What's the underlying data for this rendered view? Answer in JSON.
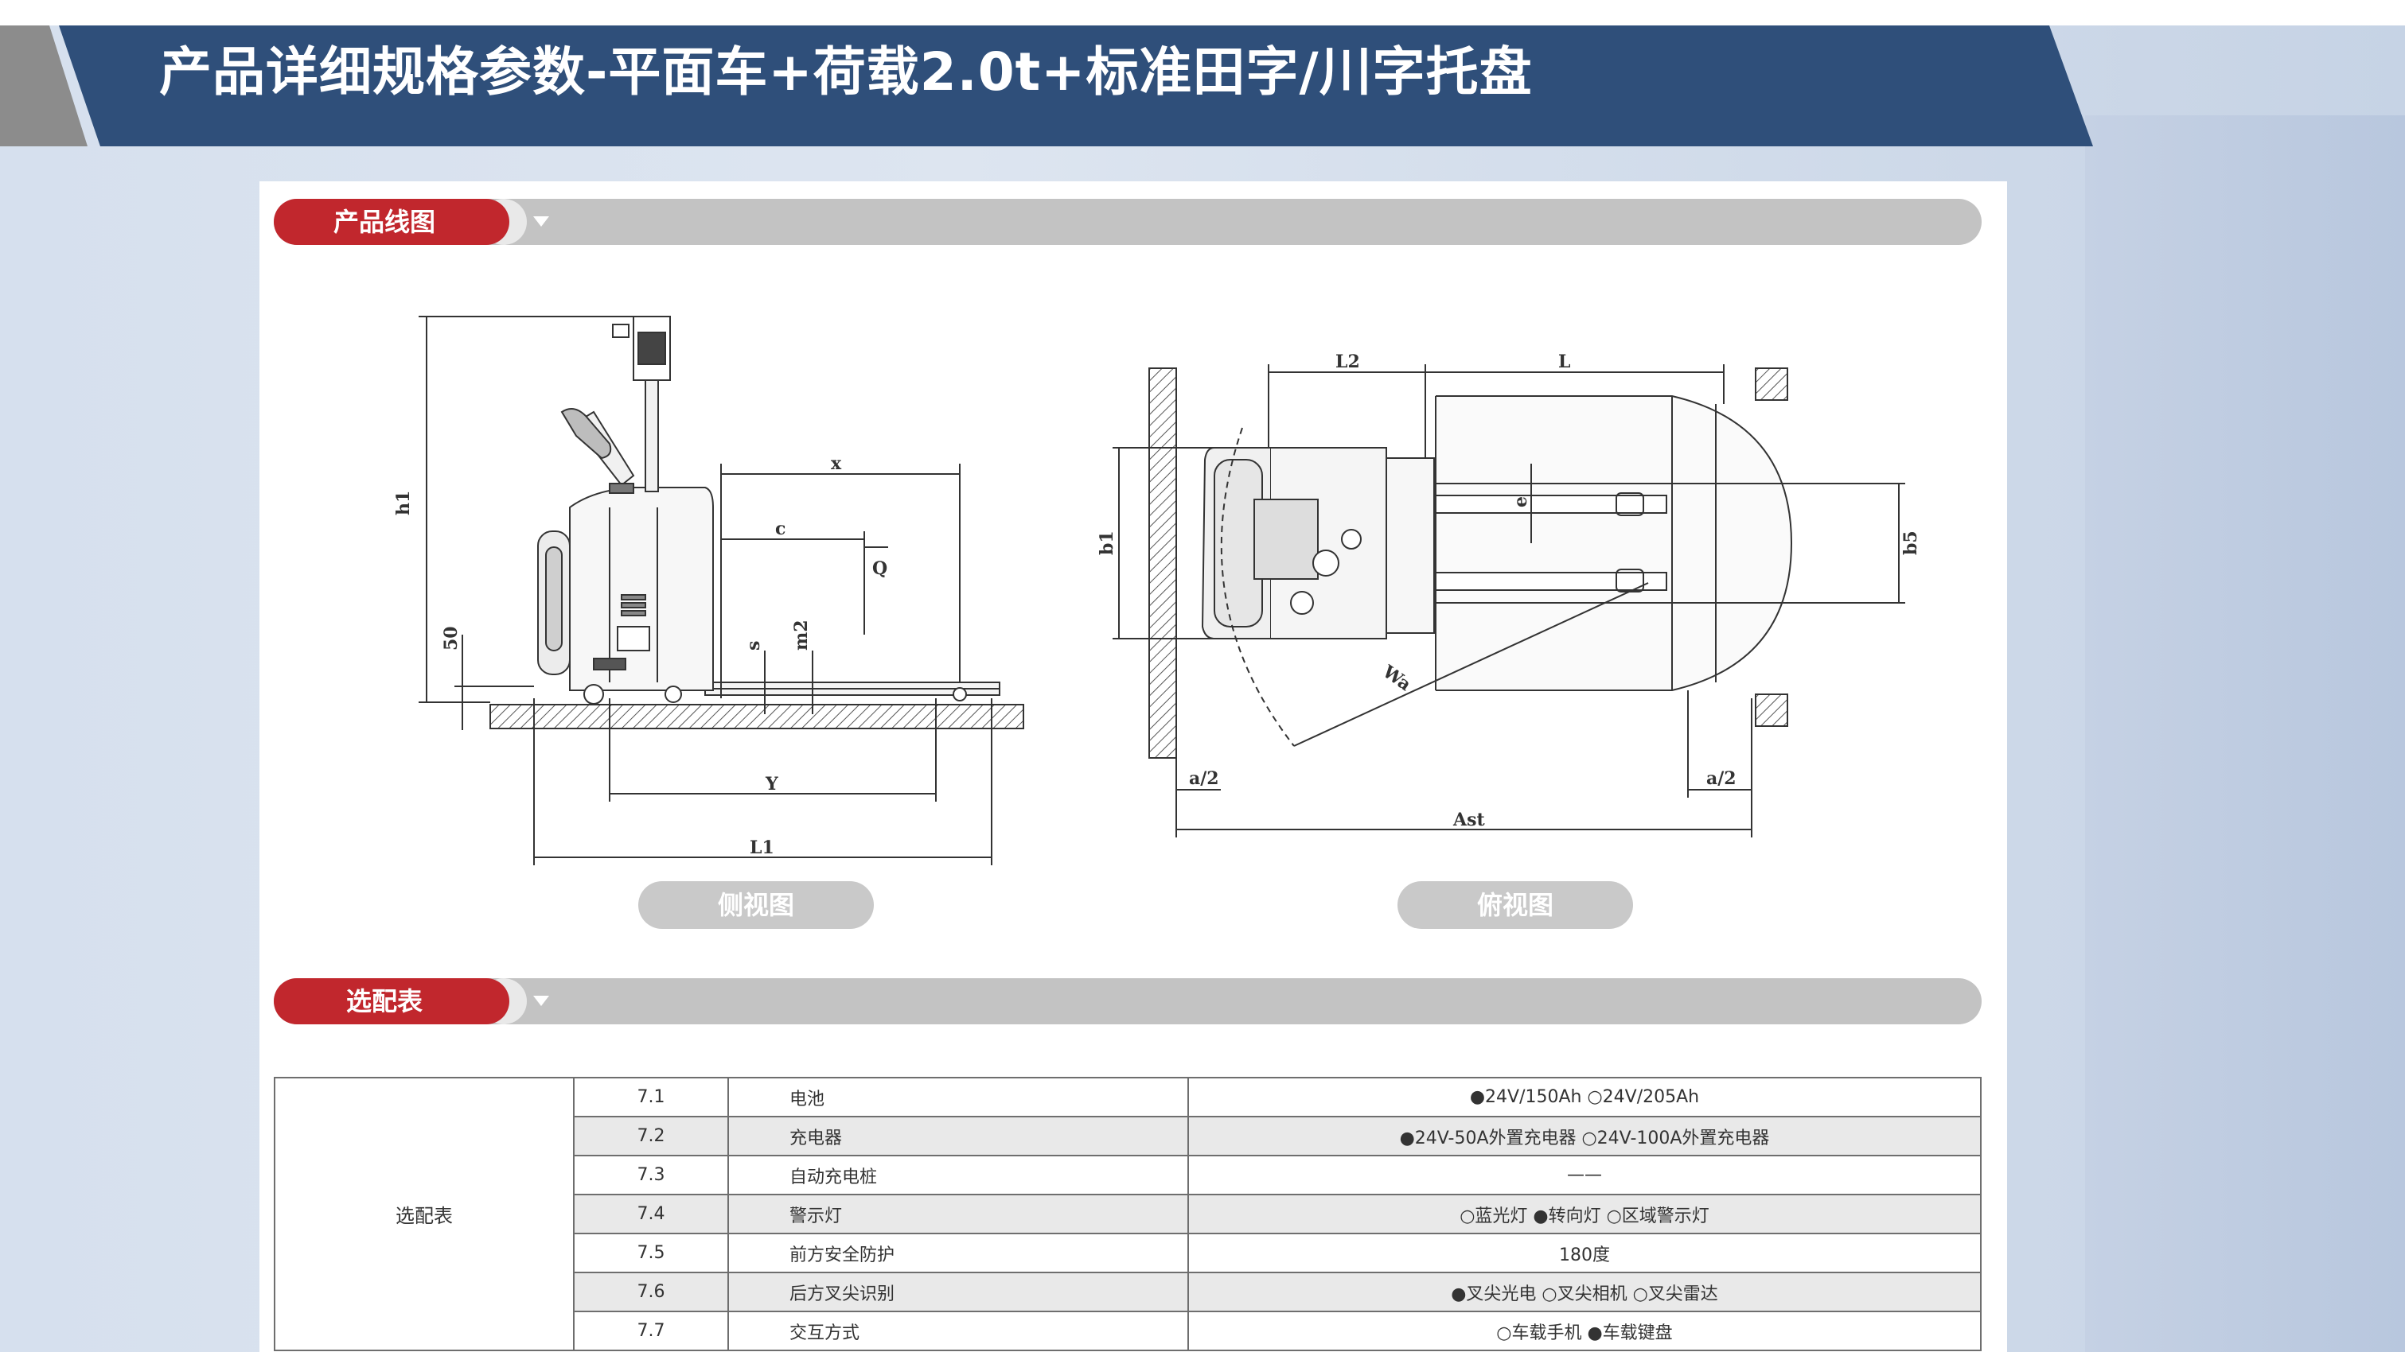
{
  "page": {
    "title": "产品详细规格参数-平面车+荷载2.0t+标准田字/川字托盘"
  },
  "colors": {
    "title_bar": "#2f4f7a",
    "title_accent_gray": "#8c8c8c",
    "section_red": "#c1272d",
    "section_track": "#c3c3c3"
  },
  "drawing_section": {
    "label": "产品线图",
    "side_view_button": "侧视图",
    "top_view_button": "俯视图",
    "side_view_dims": {
      "h1": "h1",
      "x": "x",
      "c": "c",
      "q": "Q",
      "s": "s",
      "m2": "m2",
      "fifty": "50",
      "y": "Y",
      "l1": "L1"
    },
    "top_view_dims": {
      "l2": "L2",
      "l": "L",
      "b1": "b1",
      "e": "e",
      "b5": "b5",
      "wa": "Wa",
      "a2_left": "a/2",
      "a2_right": "a/2",
      "ast": "Ast"
    }
  },
  "options_section": {
    "label": "选配表",
    "category": "选配表",
    "rows": [
      {
        "num": "7.1",
        "item": "电池",
        "value": "●24V/150Ah ○24V/205Ah"
      },
      {
        "num": "7.2",
        "item": "充电器",
        "value": "●24V-50A外置充电器 ○24V-100A外置充电器"
      },
      {
        "num": "7.3",
        "item": "自动充电桩",
        "value": "——"
      },
      {
        "num": "7.4",
        "item": "警示灯",
        "value": "○蓝光灯 ●转向灯 ○区域警示灯"
      },
      {
        "num": "7.5",
        "item": "前方安全防护",
        "value": "180度"
      },
      {
        "num": "7.6",
        "item": "后方叉尖识别",
        "value": "●叉尖光电 ○叉尖相机 ○叉尖雷达"
      },
      {
        "num": "7.7",
        "item": "交互方式",
        "value": "○车载手机 ●车载键盘"
      }
    ]
  }
}
